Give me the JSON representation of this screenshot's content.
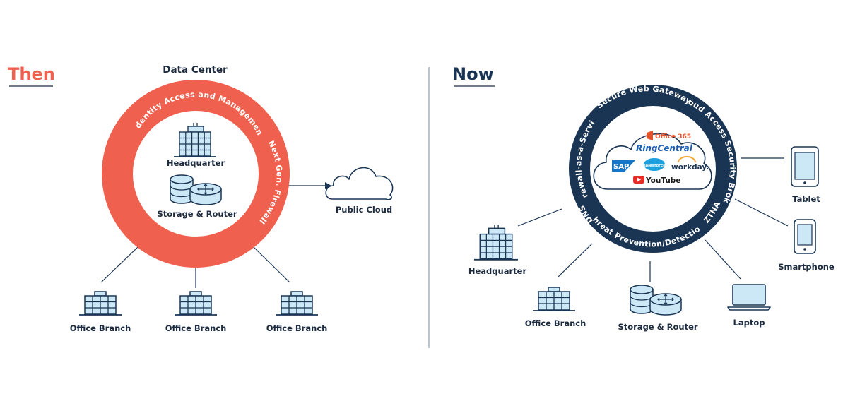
{
  "then": {
    "title": "Then",
    "data_center_label": "Data Center",
    "ring_labels": {
      "top": "Identity Access and Management",
      "right": "Next Gen. Firewall"
    },
    "inner": {
      "headquarter": "Headquarter",
      "storage_router": "Storage & Router"
    },
    "public_cloud": "Public Cloud",
    "branches": [
      "Office Branch",
      "Office Branch",
      "Office Branch"
    ]
  },
  "now": {
    "title": "Now",
    "ring_labels": {
      "top": "Secure Web Gateway",
      "right": "Cloud Access Security Broker",
      "left": "Firewall-as-a-Service",
      "dns": "DNS",
      "bottom": "Threat Prevention/Detection",
      "ztna": "ZTNA"
    },
    "apps": {
      "office365": "Office 365",
      "ringcentral": "RingCentral",
      "sap": "SAP",
      "salesforce": "salesforce",
      "workday": "workday.",
      "youtube": "YouTube"
    },
    "devices": {
      "headquarter": "Headquarter",
      "office_branch": "Office Branch",
      "storage_router": "Storage & Router",
      "laptop": "Laptop",
      "tablet": "Tablet",
      "smartphone": "Smartphone"
    }
  },
  "colors": {
    "then_accent": "#f0604e",
    "now_accent": "#1a3554",
    "icon_fill": "#cce8f6",
    "icon_stroke": "#1a3554",
    "divider": "#8fa0b5"
  }
}
